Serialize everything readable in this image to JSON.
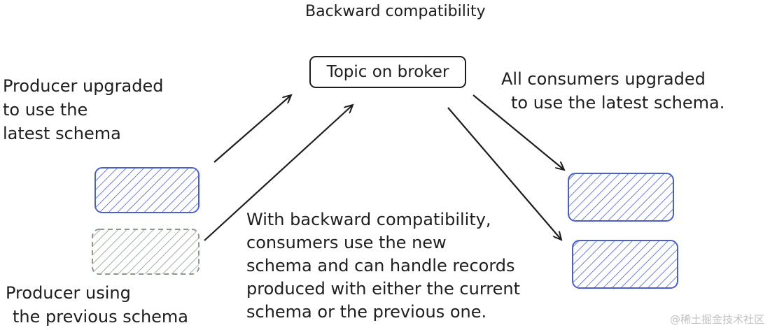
{
  "title": "Backward compatibility",
  "topic": "Topic on broker",
  "producer_upgraded_lines": [
    "Producer upgraded",
    "to use the",
    "latest schema"
  ],
  "consumers_upgraded_lines": [
    "All consumers upgraded",
    "to use the latest schema."
  ],
  "explanation_lines": [
    "With backward compatibility,",
    "consumers use the new",
    "schema and can handle records",
    "produced with either the current",
    "schema or the previous one."
  ],
  "producer_previous_lines": [
    "Producer using",
    "the previous schema"
  ],
  "watermark": "@稀土掘金技术社区",
  "colors": {
    "upgraded_stroke": "#4a5fc8",
    "previous_stroke": "#8c9a8c",
    "text": "#1e1e1e"
  }
}
